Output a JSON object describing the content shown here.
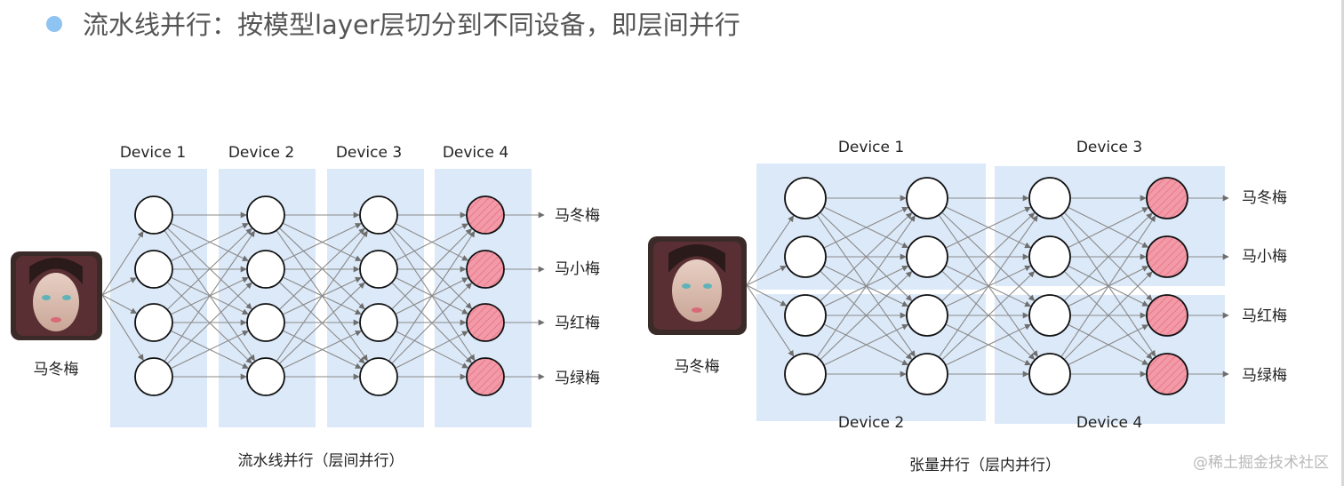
{
  "title": "流水线并行：按模型layer层切分到不同设备，即层间并行",
  "pipeline": {
    "devices": [
      "Device 1",
      "Device 2",
      "Device 3",
      "Device 4"
    ],
    "input_label": "马冬梅",
    "outputs": [
      "马冬梅",
      "马小梅",
      "马红梅",
      "马绿梅"
    ],
    "caption": "流水线并行（层间并行）"
  },
  "tensor": {
    "devices_top": [
      "Device 1",
      "Device 3"
    ],
    "devices_bottom": [
      "Device 2",
      "Device 4"
    ],
    "input_label": "马冬梅",
    "outputs": [
      "马冬梅",
      "马小梅",
      "马红梅",
      "马绿梅"
    ],
    "caption": "张量并行（层内并行）"
  },
  "watermark": "@稀土掘金技术社区",
  "colors": {
    "panel": "#dce9f8",
    "output_node": "#f08a9a",
    "edge": "#8a8a8a",
    "bullet": "#8fc3f2"
  }
}
